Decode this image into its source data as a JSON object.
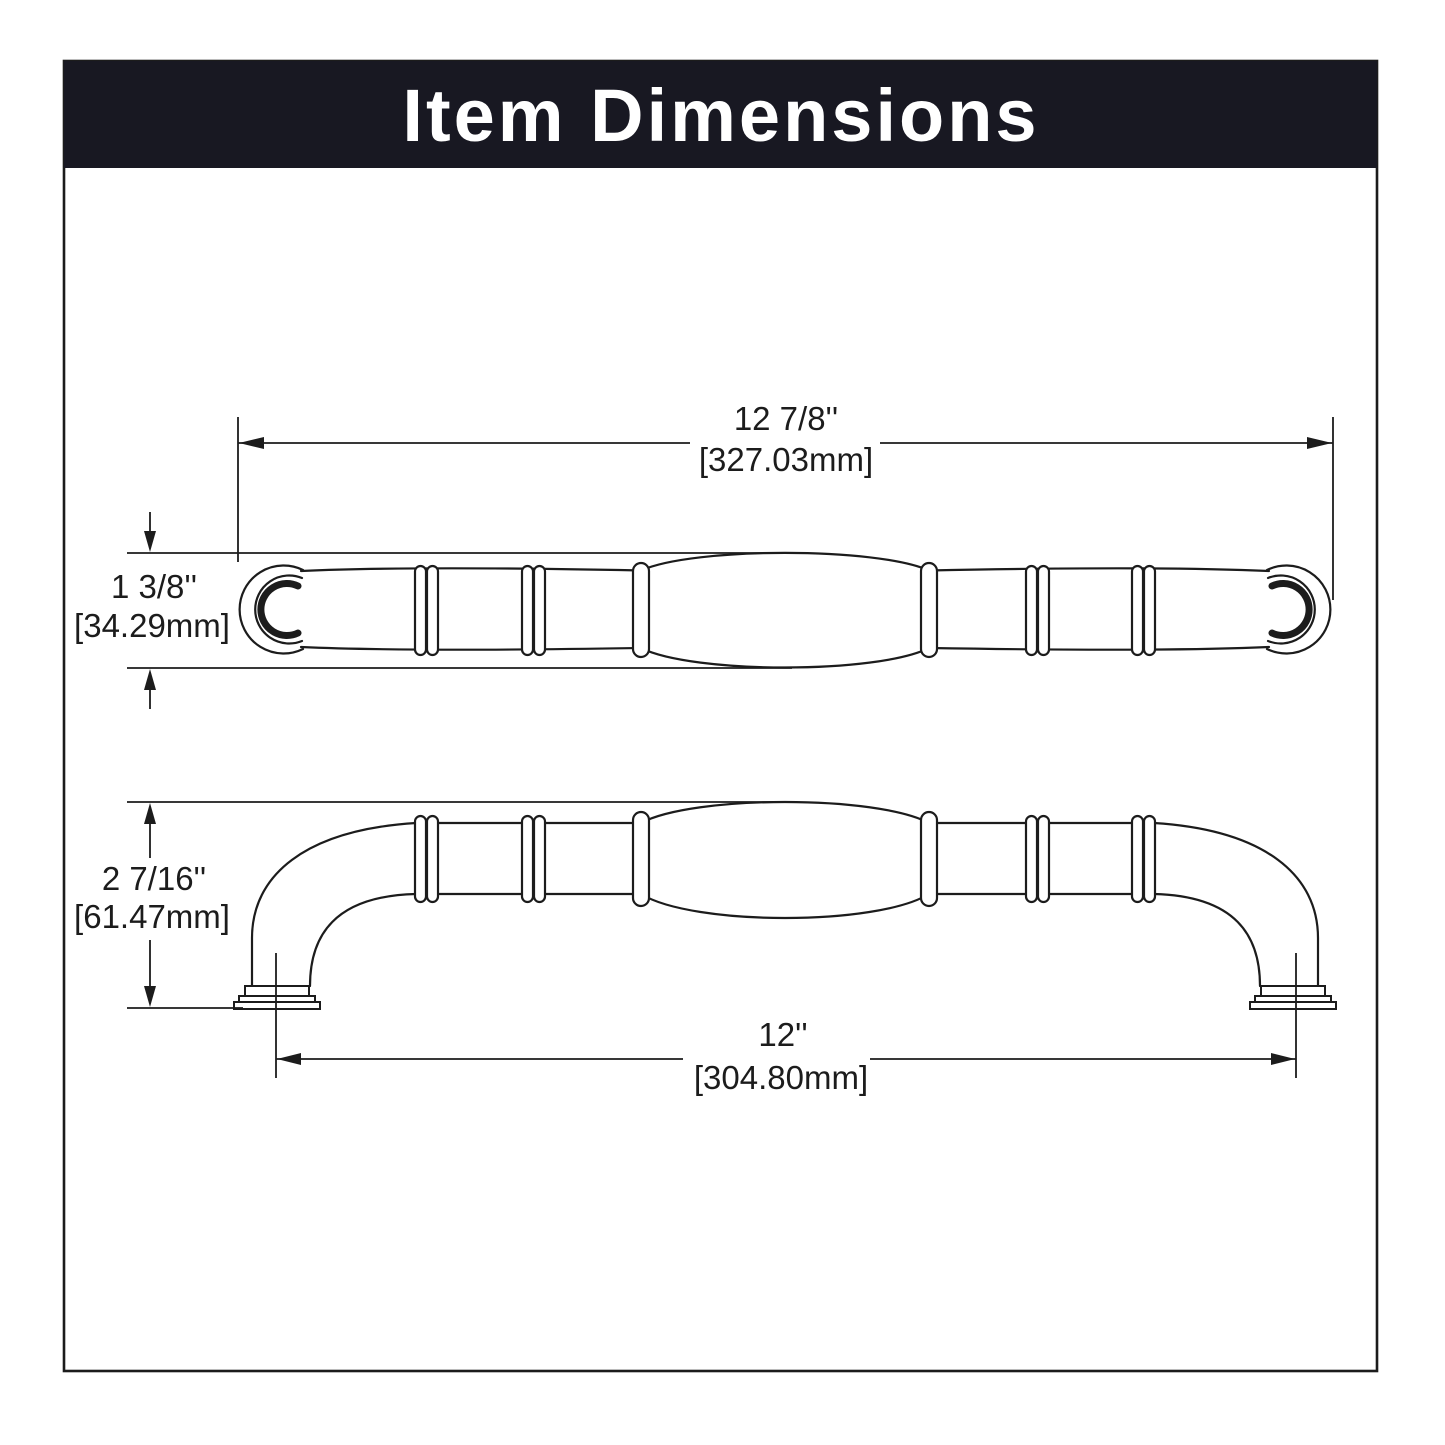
{
  "colors": {
    "header_bg": "#181822",
    "header_text": "#ffffff",
    "line": "#1c1c1c"
  },
  "header": {
    "title": "Item Dimensions"
  },
  "dimensions": {
    "overall_length": {
      "inches": "12 7/8''",
      "mm": "[327.03mm]"
    },
    "profile_height": {
      "inches": "1 3/8''",
      "mm": "[34.29mm]"
    },
    "projection_height": {
      "inches": "2 7/16''",
      "mm": "[61.47mm]"
    },
    "center_to_center": {
      "inches": "12''",
      "mm": "[304.80mm]"
    }
  }
}
